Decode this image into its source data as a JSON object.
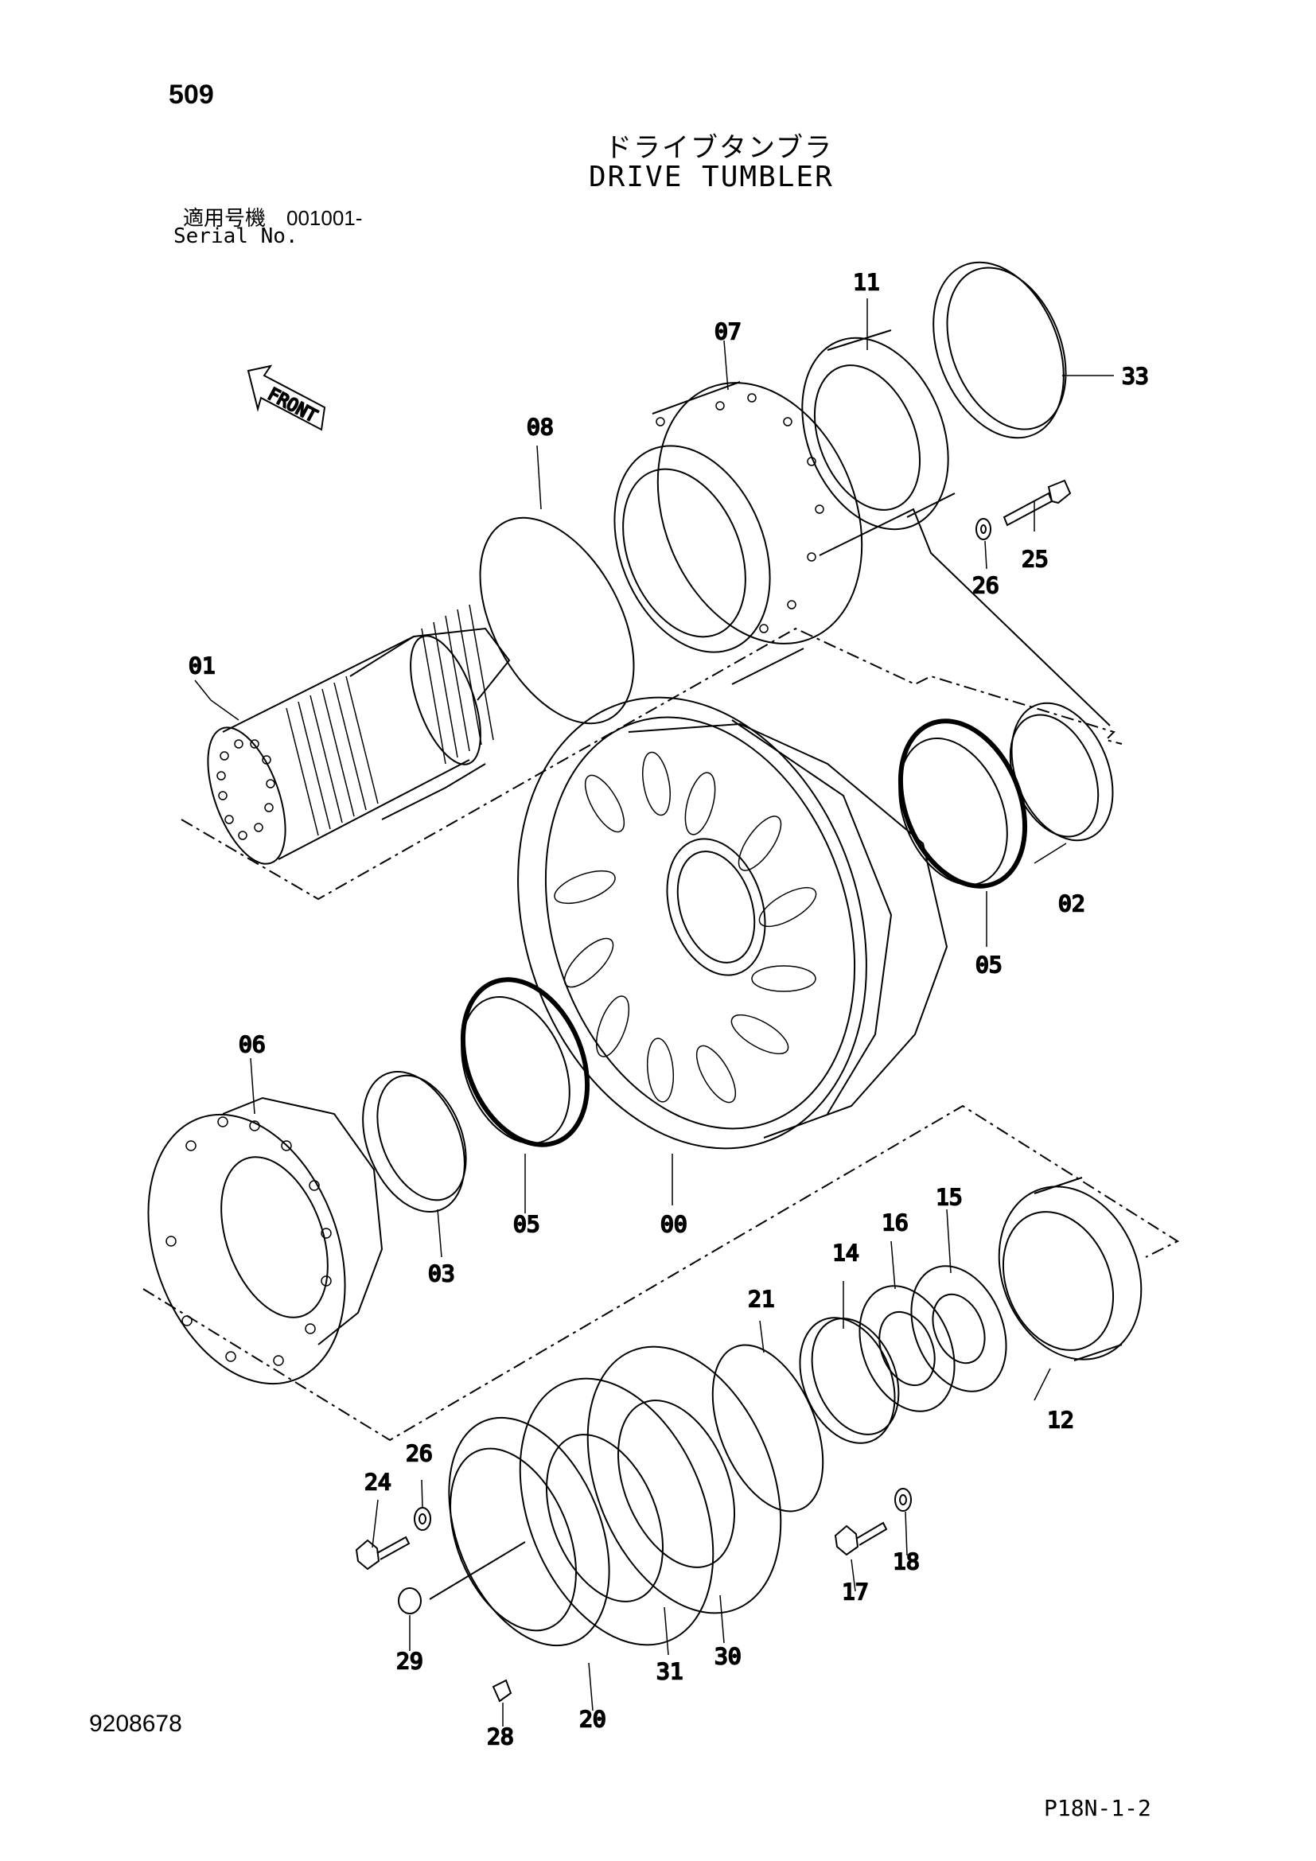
{
  "header": {
    "page_number": "509",
    "title_jp": "ドライブタンブラ",
    "title_en": "DRIVE TUMBLER",
    "serial_jp": "適用号機　001001-",
    "serial_label": "Serial No."
  },
  "front_indicator": "FRONT",
  "parts": [
    {
      "id": "p00",
      "label": "00"
    },
    {
      "id": "p01",
      "label": "01"
    },
    {
      "id": "p02",
      "label": "02"
    },
    {
      "id": "p03",
      "label": "03"
    },
    {
      "id": "p05a",
      "label": "05"
    },
    {
      "id": "p05b",
      "label": "05"
    },
    {
      "id": "p06",
      "label": "06"
    },
    {
      "id": "p07",
      "label": "07"
    },
    {
      "id": "p08",
      "label": "08"
    },
    {
      "id": "p11",
      "label": "11"
    },
    {
      "id": "p12",
      "label": "12"
    },
    {
      "id": "p14",
      "label": "14"
    },
    {
      "id": "p15",
      "label": "15"
    },
    {
      "id": "p16",
      "label": "16"
    },
    {
      "id": "p17",
      "label": "17"
    },
    {
      "id": "p18",
      "label": "18"
    },
    {
      "id": "p20",
      "label": "20"
    },
    {
      "id": "p21",
      "label": "21"
    },
    {
      "id": "p24",
      "label": "24"
    },
    {
      "id": "p25",
      "label": "25"
    },
    {
      "id": "p26a",
      "label": "26"
    },
    {
      "id": "p26b",
      "label": "26"
    },
    {
      "id": "p28",
      "label": "28"
    },
    {
      "id": "p29",
      "label": "29"
    },
    {
      "id": "p30",
      "label": "30"
    },
    {
      "id": "p31",
      "label": "31"
    },
    {
      "id": "p33",
      "label": "33"
    }
  ],
  "footer": {
    "doc_number": "9208678",
    "page_ref": "P18N-1-2"
  }
}
